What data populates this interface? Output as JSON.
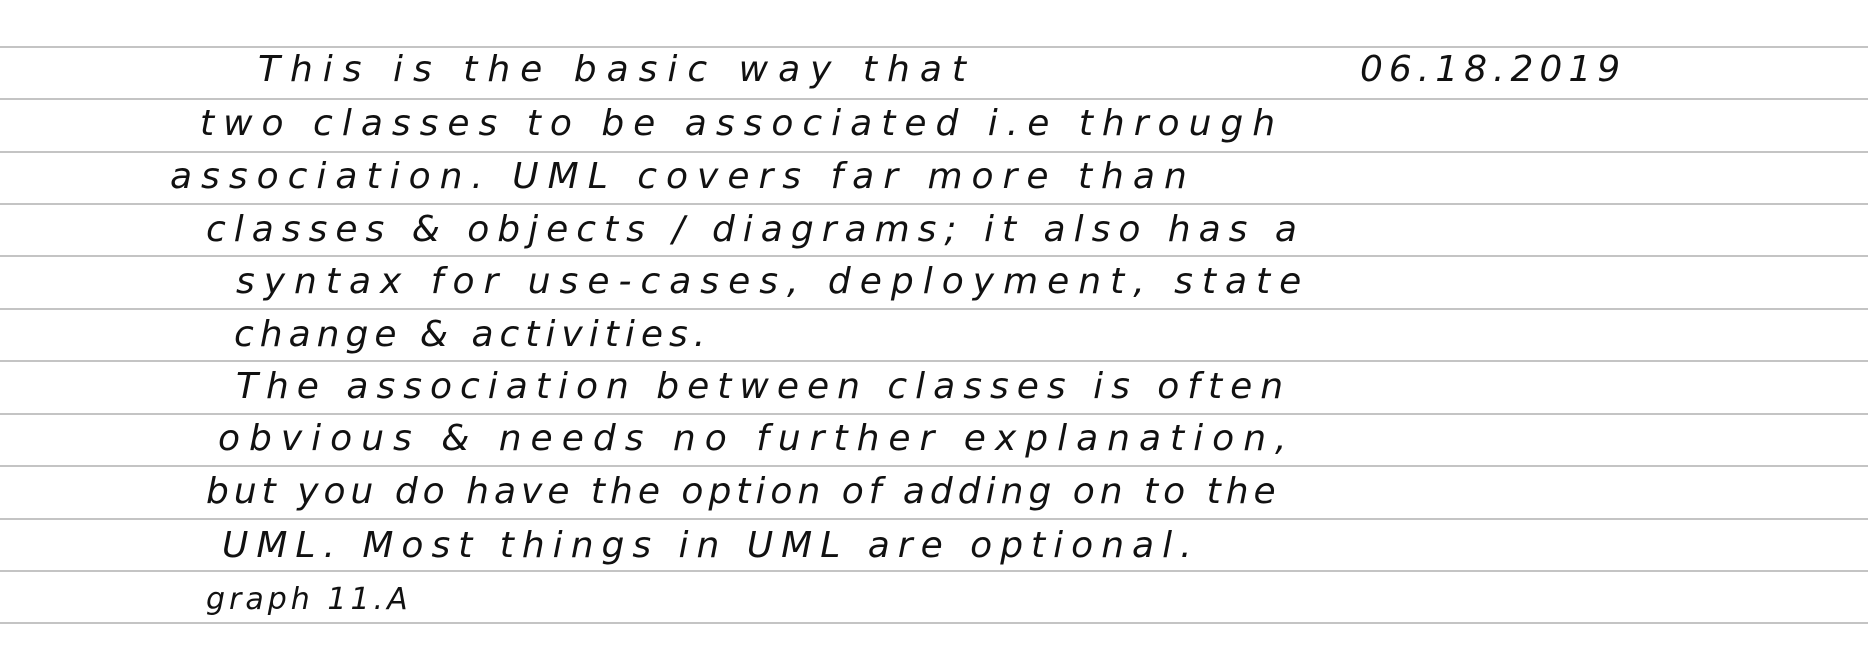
{
  "colors": {
    "paper": "#ffffff",
    "ruled_line": "#b0b0b0",
    "ink": "#111111"
  },
  "note": {
    "date": "06.18.2019",
    "lines": [
      "This is the basic way that",
      "two classes to be associated i.e through",
      "association. UML covers far more than",
      "classes & objects / diagrams; it also has a",
      "syntax for use-cases, deployment, state",
      "change & activities.",
      "The association between classes is often",
      "obvious & needs no further explanation,",
      "but you do have the option of adding on to the",
      "UML. Most things in UML are optional.",
      "graph 11.A"
    ]
  }
}
